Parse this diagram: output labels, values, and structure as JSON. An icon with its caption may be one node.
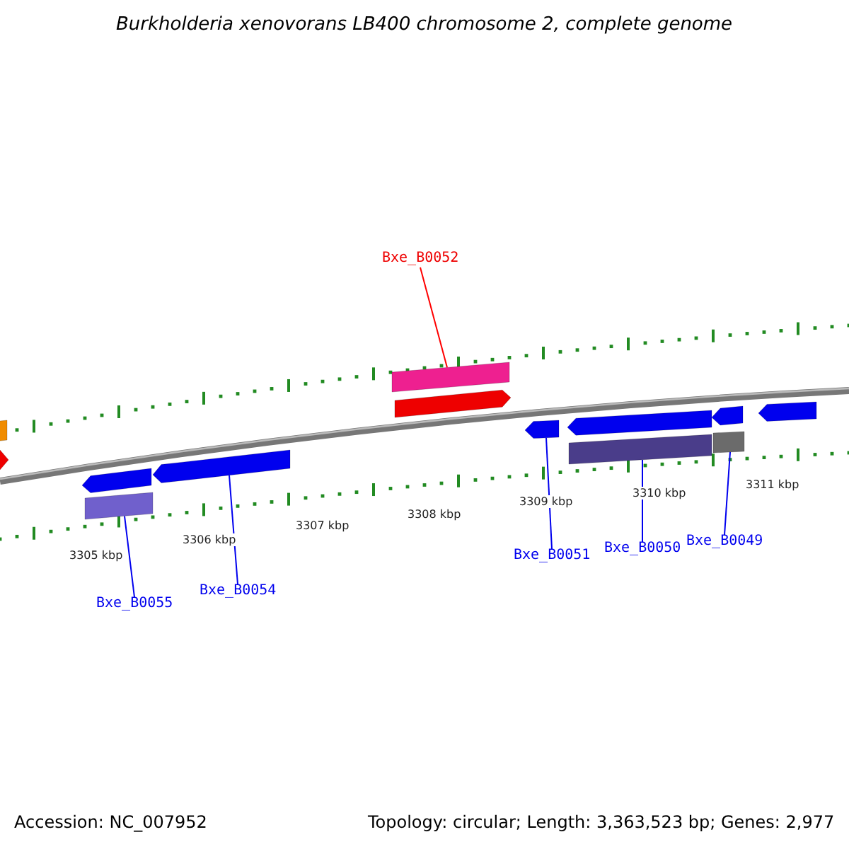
{
  "diagram": {
    "title": "Burkholderia xenovorans LB400 chromosome 2, complete genome",
    "nodes": [
      {
        "text": [
          "Bxe_B0052"
        ]
      },
      {
        "text": [],
        "shape": "bar"
      },
      {
        "text": [
          "Bxe_B0055"
        ]
      },
      {
        "text": [],
        "shape": "bar"
      },
      {
        "text": [
          "Bxe_B0054"
        ]
      },
      {
        "text": [],
        "shape": "arrow"
      },
      {
        "text": [
          "Bxe_B0051"
        ]
      },
      {
        "text": [],
        "shape": "arrow"
      },
      {
        "text": [
          "Bxe_B0050"
        ]
      },
      {
        "text": [],
        "shape": "bar"
      },
      {
        "text": [
          "Bxe_B0049"
        ]
      },
      {
        "text": [],
        "shape": "bar"
      },
      {
        "text": [],
        "shape": "bar"
      },
      {
        "text": [],
        "shape": "arrow"
      },
      {
        "text": [],
        "shape": "arrow"
      },
      {
        "text": [],
        "shape": "arrow"
      },
      {
        "text": [],
        "shape": "arrow"
      },
      {
        "text": [],
        "shape": "arrow"
      },
      {
        "text": [],
        "shape": "arrow"
      }
    ],
    "edges": [
      {
        "from": 0,
        "to": 1,
        "arrow": "none",
        "color": "#ff0000"
      },
      {
        "from": 2,
        "to": 3,
        "arrow": "none"
      },
      {
        "from": 4,
        "to": 5,
        "arrow": "none"
      },
      {
        "from": 6,
        "to": 7,
        "arrow": "none"
      },
      {
        "from": 8,
        "to": 9,
        "arrow": "none"
      },
      {
        "from": 10,
        "to": 11,
        "arrow": "none"
      }
    ],
    "labels": [
      "3305 kbp",
      "3306 kbp",
      "3307 kbp",
      "3308 kbp",
      "3309 kbp",
      "3310 kbp",
      "3311 kbp",
      "Accession: NC_007952",
      "Topology: circular; Length: 3,363,523 bp; Genes: 2,977"
    ]
  }
}
